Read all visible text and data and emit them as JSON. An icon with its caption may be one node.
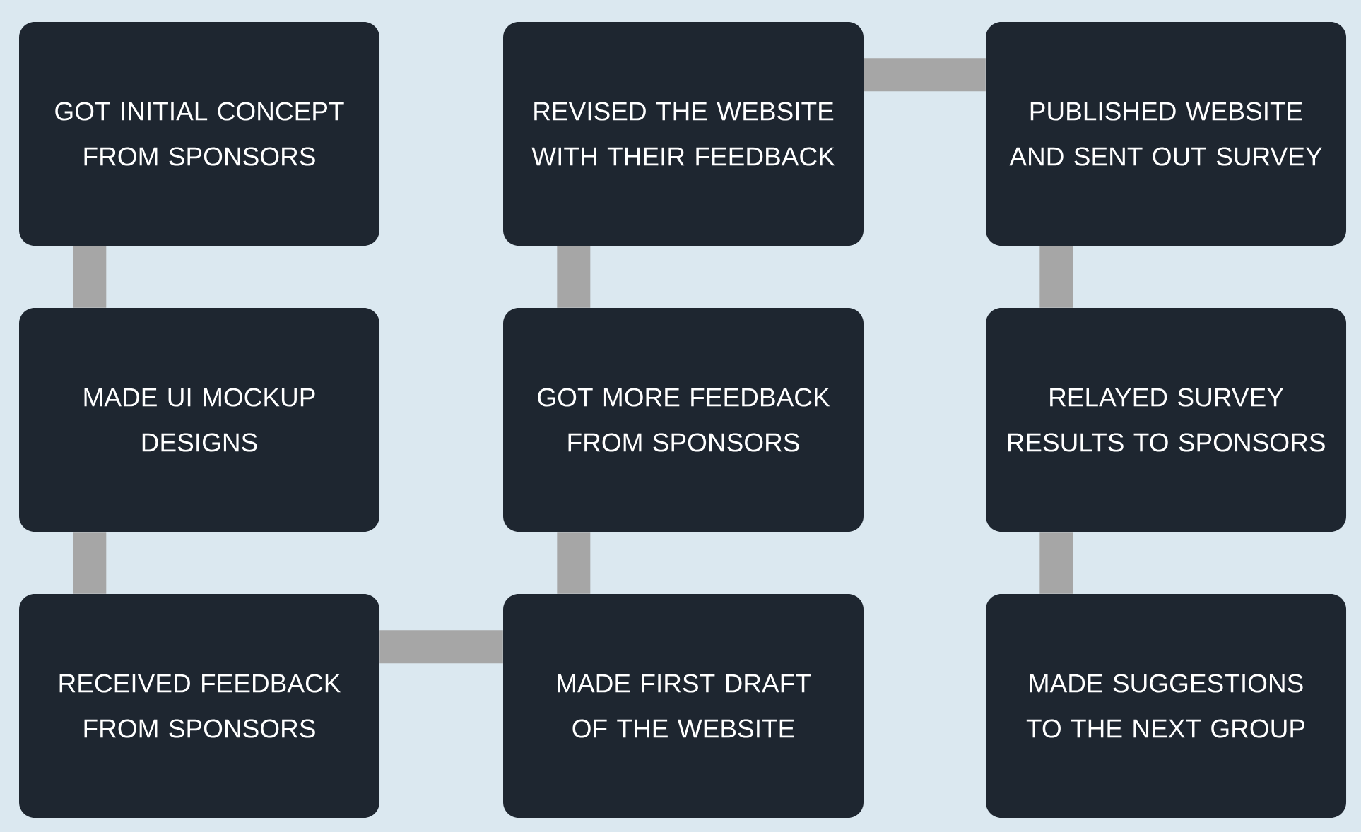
{
  "diagram": {
    "nodes": [
      {
        "text": [
          "GOT INITIAL CONCEPT FROM SPONSORS"
        ]
      },
      {
        "text": [
          "MADE UI MOCKUP DESIGNS"
        ]
      },
      {
        "text": [
          "RECEIVED FEEDBACK FROM SPONSORS"
        ]
      },
      {
        "text": [
          "MADE FIRST DRAFT OF THE WEBSITE"
        ]
      },
      {
        "text": [
          "GOT MORE FEEDBACK FROM SPONSORS"
        ]
      },
      {
        "text": [
          "REVISED THE WEBSITE WITH THEIR FEEDBACK"
        ]
      },
      {
        "text": [
          "PUBLISHED WEBSITE AND SENT OUT SURVEY"
        ]
      },
      {
        "text": [
          "RELAYED SURVEY RESULTS TO SPONSORS"
        ]
      },
      {
        "text": [
          "MADE SUGGESTIONS TO THE NEXT GROUP"
        ]
      }
    ],
    "edges": [
      {
        "from": 0,
        "to": 1,
        "arrow": "none"
      },
      {
        "from": 1,
        "to": 2,
        "arrow": "none"
      },
      {
        "from": 2,
        "to": 3,
        "arrow": "none"
      },
      {
        "from": 3,
        "to": 4,
        "arrow": "none"
      },
      {
        "from": 4,
        "to": 5,
        "arrow": "none"
      },
      {
        "from": 5,
        "to": 6,
        "arrow": "none"
      },
      {
        "from": 6,
        "to": 7,
        "arrow": "none"
      },
      {
        "from": 7,
        "to": 8,
        "arrow": "none"
      }
    ]
  }
}
